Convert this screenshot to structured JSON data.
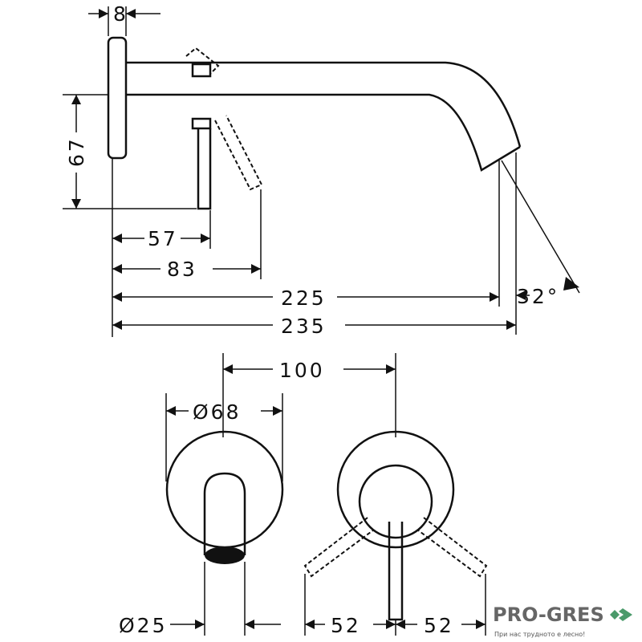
{
  "dimensions": {
    "plate_thickness": "8",
    "height": "67",
    "lever_offset": "57",
    "lever_reach": "83",
    "spout_projection": "225",
    "total_projection": "235",
    "angle": "32°",
    "centers": "100",
    "rosette_diameter": "Ø68",
    "spout_diameter": "Ø25",
    "lever_left": "52",
    "lever_right": "52"
  },
  "watermark": {
    "brand": "PRO-GRES",
    "tagline": "При нас трудното е лесно!",
    "color": "#4a9a6a"
  }
}
